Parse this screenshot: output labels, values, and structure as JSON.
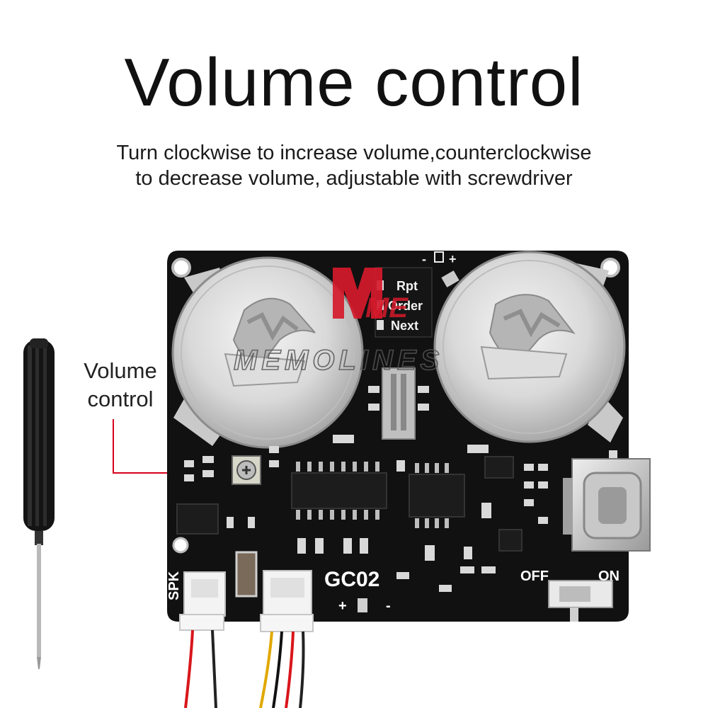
{
  "title": "Volume control",
  "subtitle_line1": "Turn clockwise to increase volume,counterclockwise",
  "subtitle_line2": "to decrease volume, adjustable with screwdriver",
  "callout_line1": "Volume",
  "callout_line2": "control",
  "board": {
    "model": "GC02",
    "button_labels": [
      "Rpt",
      "Order",
      "Next"
    ],
    "speaker_label": "SPK",
    "switch_off": "OFF",
    "switch_on": "ON",
    "polarity_plus": "+",
    "polarity_minus": "-",
    "top_polarity": "-",
    "top_polarity_plus": "+"
  },
  "watermark": "MEMOLINES",
  "watermark_logo": "ME",
  "colors": {
    "pcb": "#111111",
    "callout_line": "#d8001c",
    "logo_red": "#d51a2b"
  }
}
